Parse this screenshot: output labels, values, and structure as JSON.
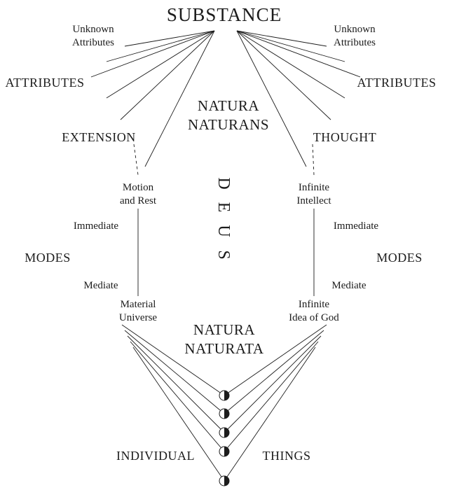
{
  "title": "SUBSTANCE",
  "center": {
    "natura_naturans": [
      "NATURA",
      "NATURANS"
    ],
    "deus_letters": [
      "D",
      "E",
      "U",
      "S"
    ],
    "natura_naturata": [
      "NATURA",
      "NATURATA"
    ]
  },
  "left": {
    "unknown_attributes": [
      "Unknown",
      "Attributes"
    ],
    "attributes": "ATTRIBUTES",
    "attribute_name": "EXTENSION",
    "immediate_mode": [
      "Motion",
      "and Rest"
    ],
    "immediate": "Immediate",
    "modes": "MODES",
    "mediate": "Mediate",
    "mediate_mode": [
      "Material",
      "Universe"
    ]
  },
  "right": {
    "unknown_attributes": [
      "Unknown",
      "Attributes"
    ],
    "attributes": "ATTRIBUTES",
    "attribute_name": "THOUGHT",
    "immediate_mode": [
      "Infinite",
      "Intellect"
    ],
    "immediate": "Immediate",
    "modes": "MODES",
    "mediate": "Mediate",
    "mediate_mode": [
      "Infinite",
      "Idea of God"
    ]
  },
  "bottom": {
    "individual": "INDIVIDUAL",
    "things": "THINGS"
  },
  "colors": {
    "ink": "#1c1c1c",
    "background": "#ffffff"
  }
}
